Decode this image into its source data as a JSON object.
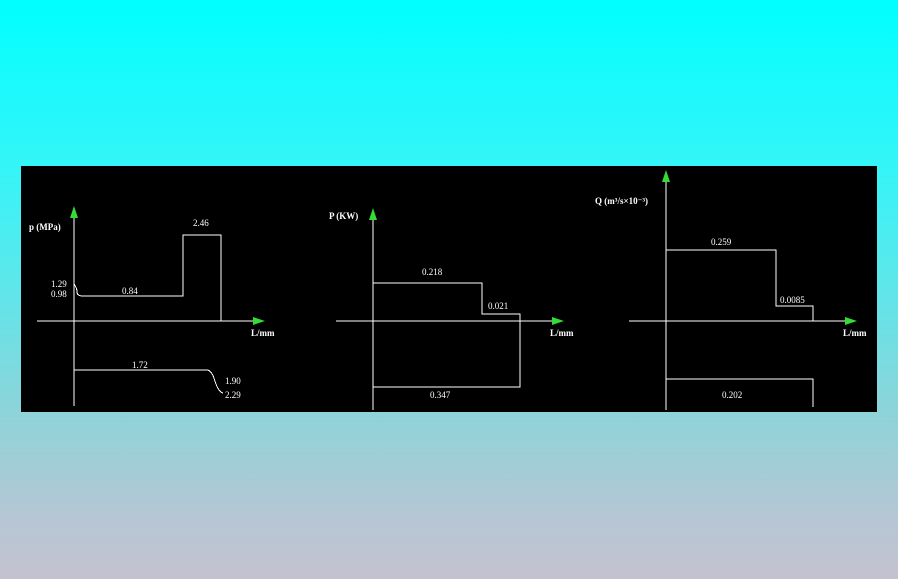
{
  "colors": {
    "panel_bg": "#000000",
    "line": "#ffffff",
    "arrow": "#33dd33"
  },
  "chart_data": [
    {
      "type": "line",
      "ylabel": "p (MPa)",
      "xlabel": "L/mm",
      "segments_above": [
        {
          "label": "1.29"
        },
        {
          "label": "0.98"
        },
        {
          "label": "0.84"
        },
        {
          "label": "2.46"
        }
      ],
      "segments_below": [
        {
          "label": "1.72"
        },
        {
          "label": "1.90"
        },
        {
          "label": "2.29"
        }
      ]
    },
    {
      "type": "line",
      "ylabel": "P (KW)",
      "xlabel": "L/mm",
      "segments_above": [
        {
          "label": "0.218"
        },
        {
          "label": "0.021"
        }
      ],
      "segments_below": [
        {
          "label": "0.347"
        }
      ]
    },
    {
      "type": "line",
      "ylabel": "Q (m³/s×10⁻³)",
      "xlabel": "L/mm",
      "segments_above": [
        {
          "label": "0.259"
        },
        {
          "label": "0.0085"
        }
      ],
      "segments_below": [
        {
          "label": "0.202"
        }
      ]
    }
  ]
}
